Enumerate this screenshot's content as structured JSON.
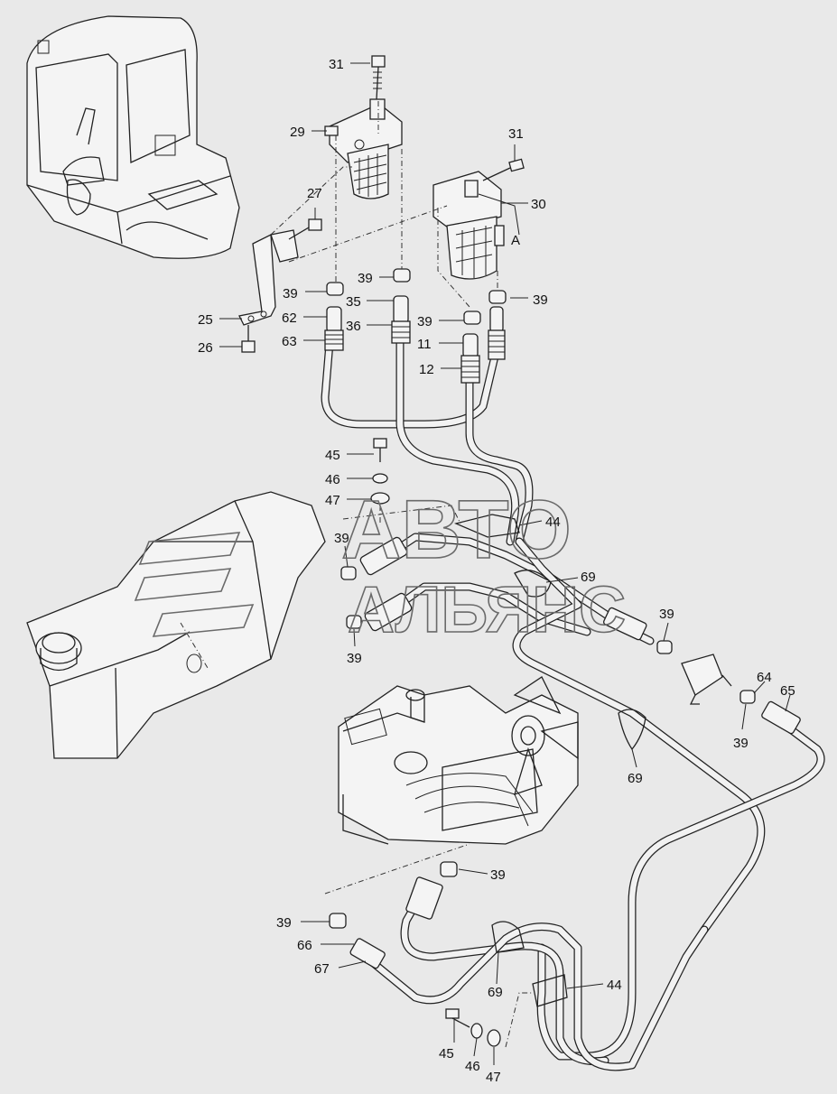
{
  "watermark": {
    "line1": "АВТО",
    "line2": "АЛЬЯНС",
    "logo_icon": "avtoalyans-logo-icon"
  },
  "diagram": {
    "background": "#e9e9e9",
    "labels": [
      {
        "id": "31a",
        "text": "31"
      },
      {
        "id": "29",
        "text": "29"
      },
      {
        "id": "31b",
        "text": "31"
      },
      {
        "id": "30",
        "text": "30"
      },
      {
        "id": "A",
        "text": "A"
      },
      {
        "id": "27",
        "text": "27"
      },
      {
        "id": "39a",
        "text": "39"
      },
      {
        "id": "39b",
        "text": "39"
      },
      {
        "id": "35",
        "text": "35"
      },
      {
        "id": "39c",
        "text": "39"
      },
      {
        "id": "25",
        "text": "25"
      },
      {
        "id": "62",
        "text": "62"
      },
      {
        "id": "36",
        "text": "36"
      },
      {
        "id": "39d",
        "text": "39"
      },
      {
        "id": "63",
        "text": "63"
      },
      {
        "id": "11",
        "text": "11"
      },
      {
        "id": "26",
        "text": "26"
      },
      {
        "id": "12",
        "text": "12"
      },
      {
        "id": "45a",
        "text": "45"
      },
      {
        "id": "46a",
        "text": "46"
      },
      {
        "id": "47a",
        "text": "47"
      },
      {
        "id": "44a",
        "text": "44"
      },
      {
        "id": "39e",
        "text": "39"
      },
      {
        "id": "69a",
        "text": "69"
      },
      {
        "id": "39f",
        "text": "39"
      },
      {
        "id": "39g",
        "text": "39"
      },
      {
        "id": "64",
        "text": "64"
      },
      {
        "id": "65",
        "text": "65"
      },
      {
        "id": "39h",
        "text": "39"
      },
      {
        "id": "69b",
        "text": "69"
      },
      {
        "id": "39i",
        "text": "39"
      },
      {
        "id": "39j",
        "text": "39"
      },
      {
        "id": "66",
        "text": "66"
      },
      {
        "id": "67",
        "text": "67"
      },
      {
        "id": "69c",
        "text": "69"
      },
      {
        "id": "44b",
        "text": "44"
      },
      {
        "id": "45b",
        "text": "45"
      },
      {
        "id": "46b",
        "text": "46"
      },
      {
        "id": "47b",
        "text": "47"
      }
    ]
  }
}
